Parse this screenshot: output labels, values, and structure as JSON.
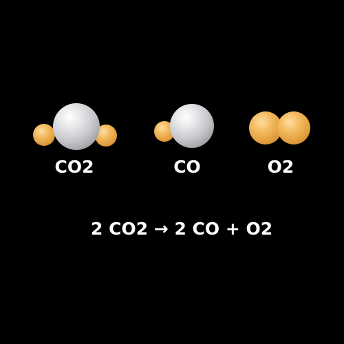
{
  "molecules": [
    {
      "formula": "CO2",
      "atoms": [
        "O",
        "C",
        "O"
      ]
    },
    {
      "formula": "CO",
      "atoms": [
        "O",
        "C"
      ]
    },
    {
      "formula": "O2",
      "atoms": [
        "O",
        "O"
      ]
    }
  ],
  "equation": "2 CO2 → 2 CO + O2",
  "colors": {
    "background": "#000000",
    "carbon": "#c4c6c9",
    "oxygen": "#f2b85c",
    "text": "#ffffff"
  }
}
